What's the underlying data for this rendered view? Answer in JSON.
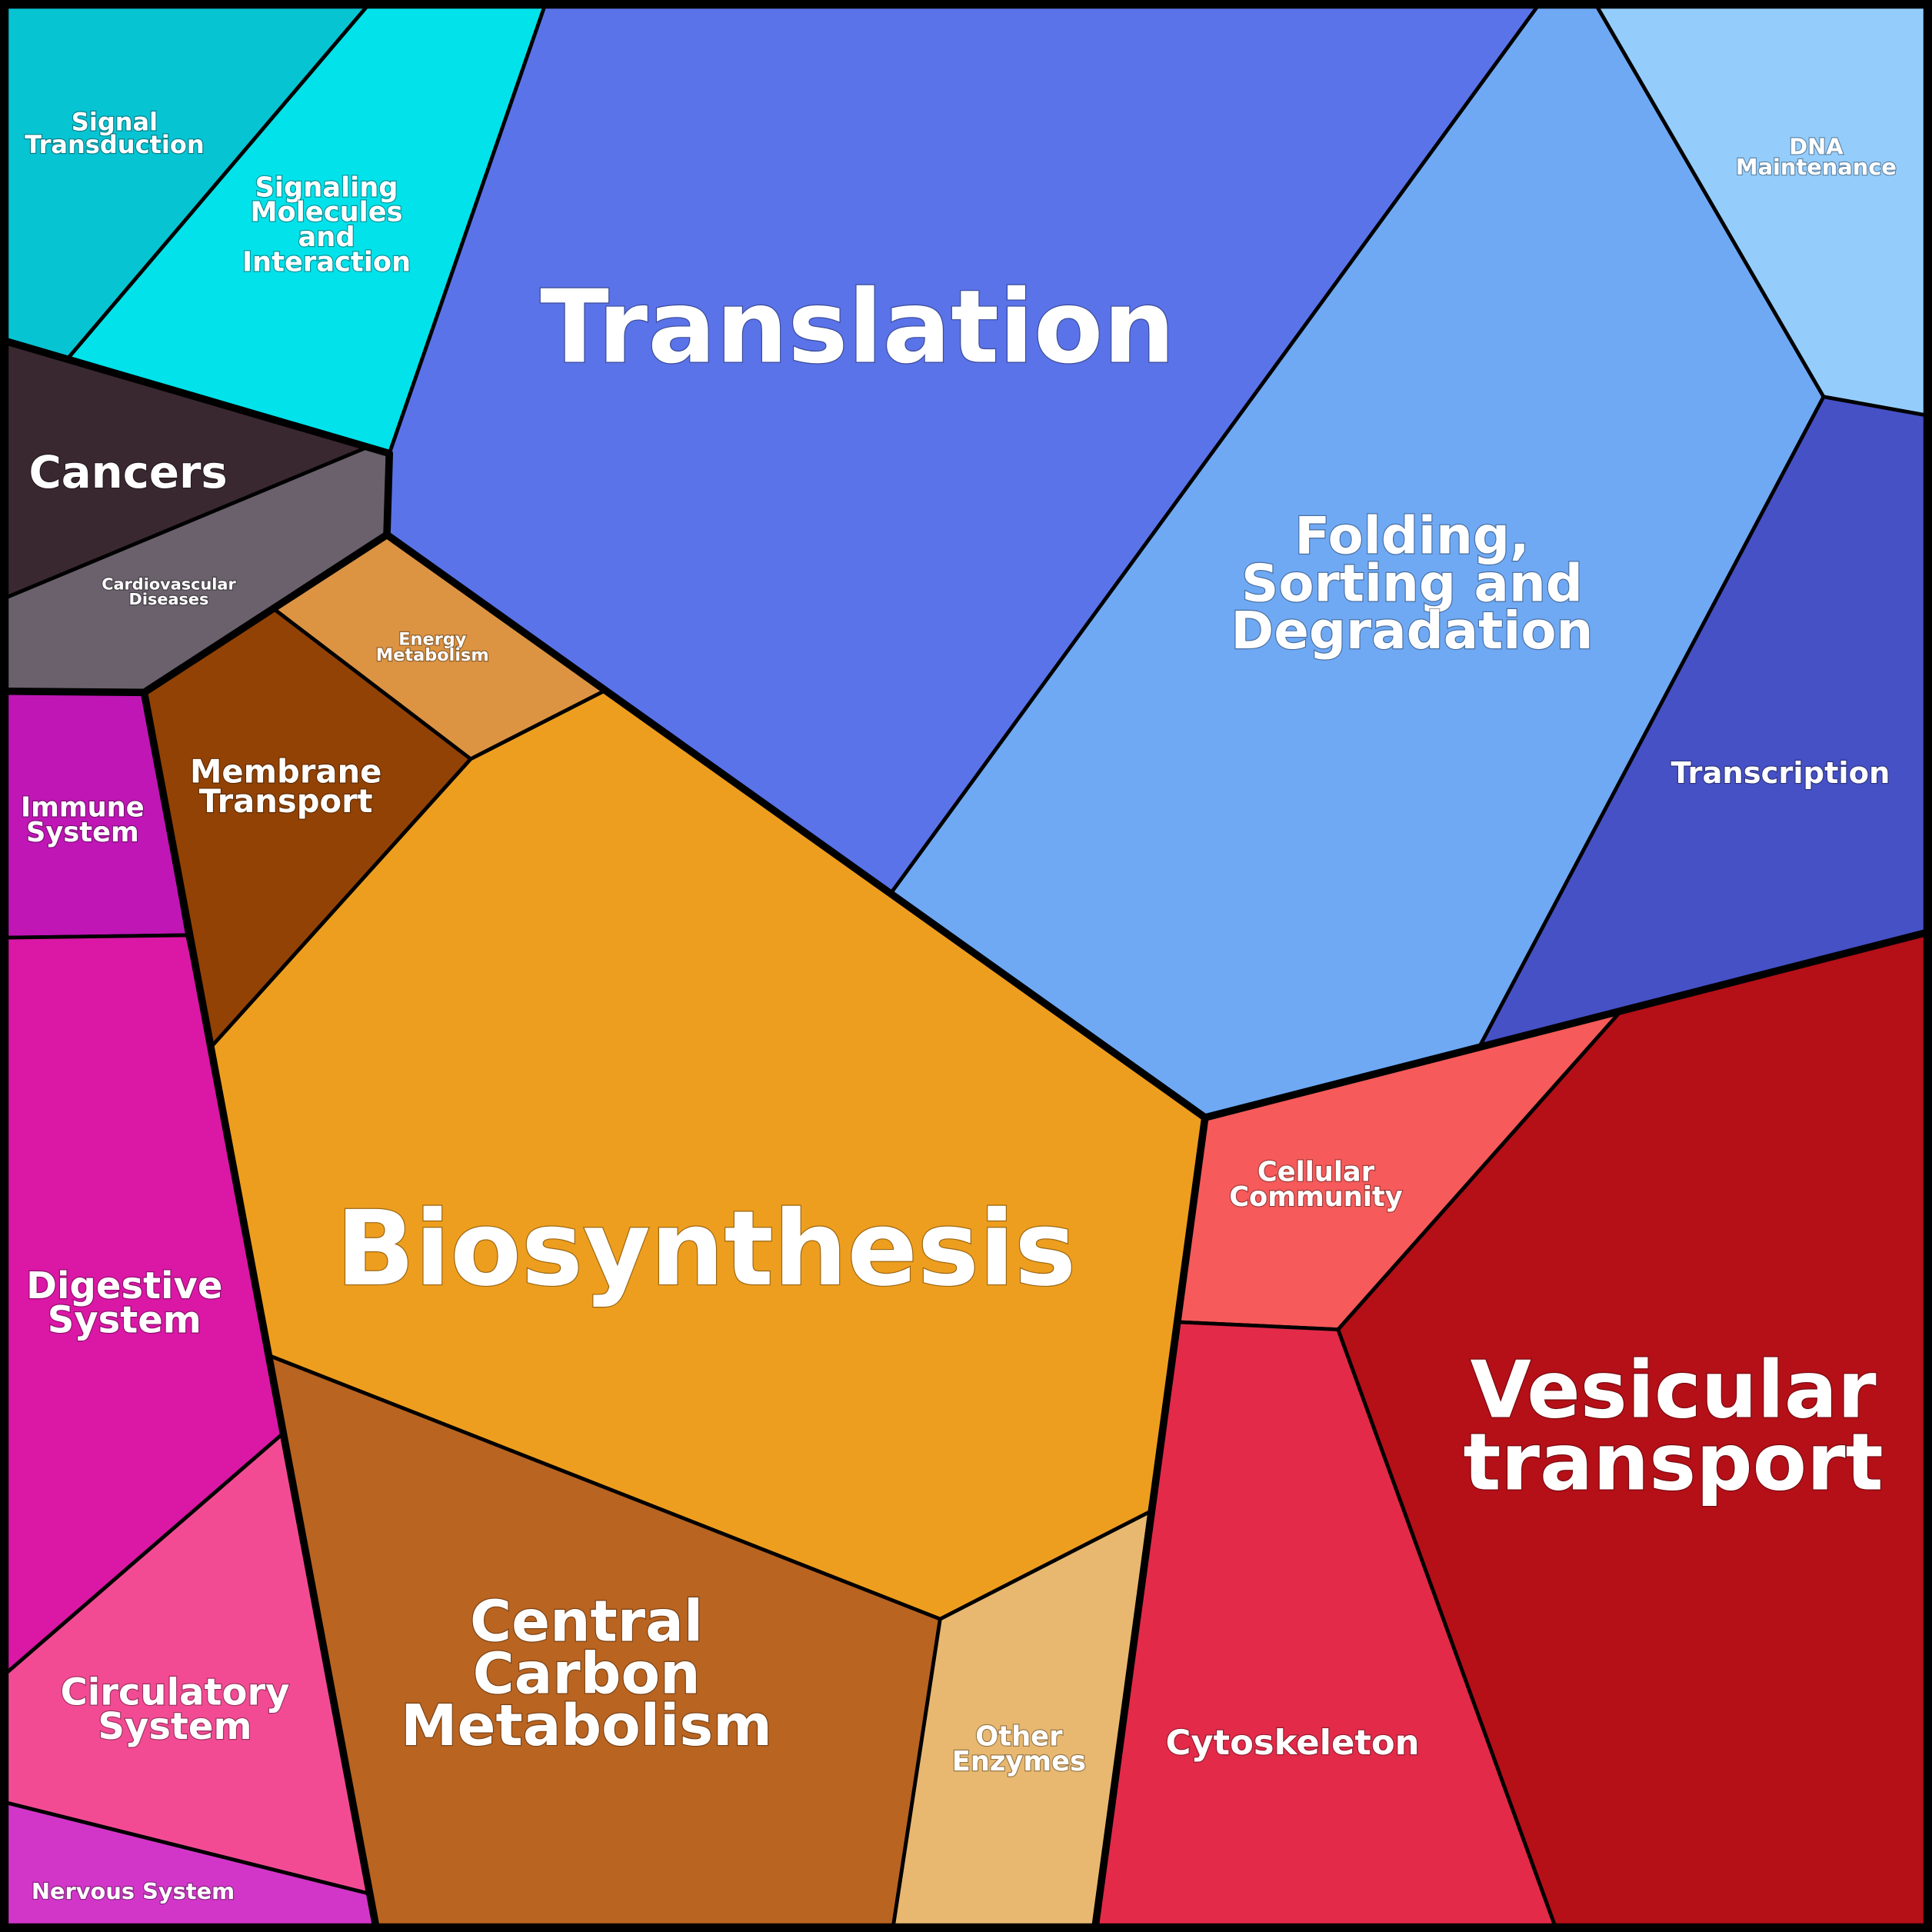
{
  "cells": [
    {
      "id": "signal-transduction",
      "lines": [
        "Signal",
        "Transduction"
      ],
      "color": "#07c4d3"
    },
    {
      "id": "signaling-molecules",
      "lines": [
        "Signaling",
        "Molecules",
        "and",
        "Interaction"
      ],
      "color": "#02e2ea"
    },
    {
      "id": "translation",
      "lines": [
        "Translation"
      ],
      "color": "#5a73e9"
    },
    {
      "id": "folding-sorting-degradation",
      "lines": [
        "Folding,",
        "Sorting and",
        "Degradation"
      ],
      "color": "#6fa9f4"
    },
    {
      "id": "dna-maintenance",
      "lines": [
        "DNA",
        "Maintenance"
      ],
      "color": "#94cdfc"
    },
    {
      "id": "transcription",
      "lines": [
        "Transcription"
      ],
      "color": "#4651c6"
    },
    {
      "id": "cancers",
      "lines": [
        "Cancers"
      ],
      "color": "#3a2831"
    },
    {
      "id": "cardiovascular-diseases",
      "lines": [
        "Cardiovascular",
        "Diseases"
      ],
      "color": "#6a616c"
    },
    {
      "id": "energy-metabolism",
      "lines": [
        "Energy",
        "Metabolism"
      ],
      "color": "#dc9443"
    },
    {
      "id": "membrane-transport",
      "lines": [
        "Membrane",
        "Transport"
      ],
      "color": "#924204"
    },
    {
      "id": "immune-system",
      "lines": [
        "Immune",
        "System"
      ],
      "color": "#c016b6"
    },
    {
      "id": "digestive-system",
      "lines": [
        "Digestive",
        "System"
      ],
      "color": "#db17a6"
    },
    {
      "id": "circulatory-system",
      "lines": [
        "Circulatory",
        "System"
      ],
      "color": "#f24b94"
    },
    {
      "id": "nervous-system",
      "lines": [
        "Nervous System"
      ],
      "color": "#d236c8"
    },
    {
      "id": "biosynthesis",
      "lines": [
        "Biosynthesis"
      ],
      "color": "#ee9e1e"
    },
    {
      "id": "central-carbon-metabolism",
      "lines": [
        "Central",
        "Carbon",
        "Metabolism"
      ],
      "color": "#b96421"
    },
    {
      "id": "other-enzymes",
      "lines": [
        "Other",
        "Enzymes"
      ],
      "color": "#e8b870"
    },
    {
      "id": "cellular-community",
      "lines": [
        "Cellular",
        "Community"
      ],
      "color": "#f65a5a"
    },
    {
      "id": "cytoskeleton",
      "lines": [
        "Cytoskeleton"
      ],
      "color": "#e32a49"
    },
    {
      "id": "vesicular-transport",
      "lines": [
        "Vesicular",
        "transport"
      ],
      "color": "#b50f17"
    }
  ]
}
